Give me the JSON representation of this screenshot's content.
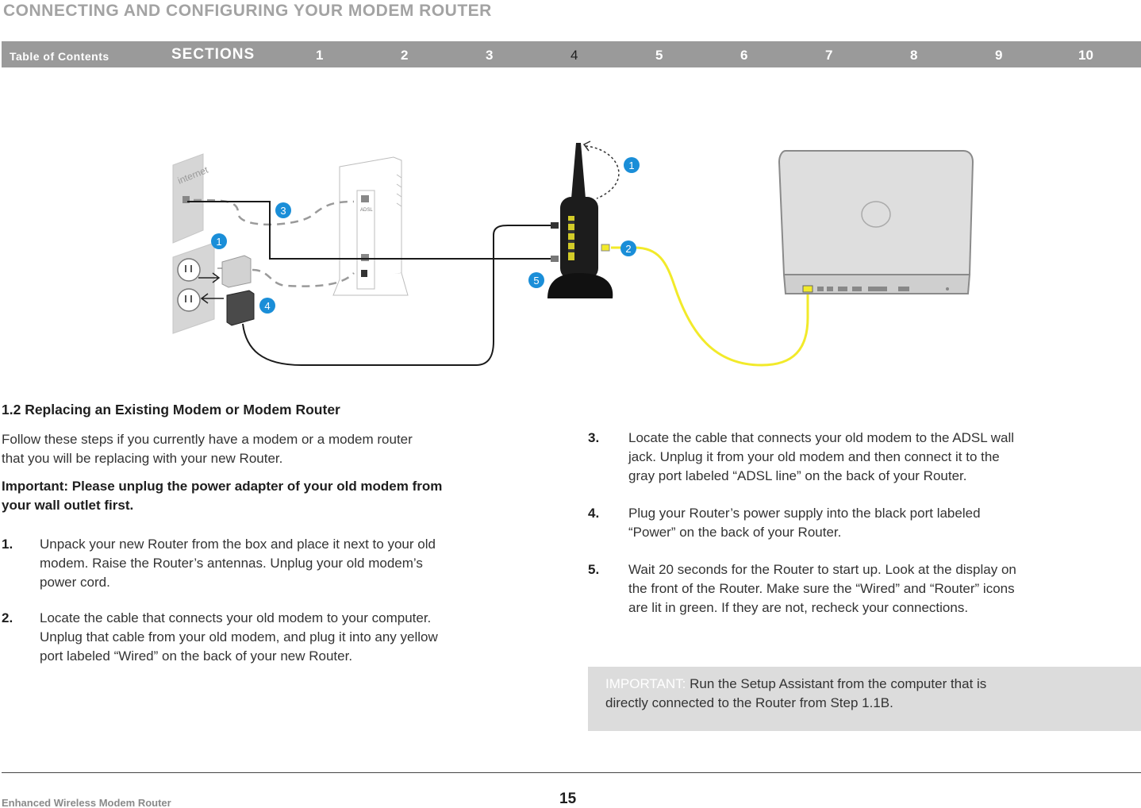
{
  "header": {
    "title": "CONNECTING AND CONFIGURING YOUR MODEM ROUTER"
  },
  "nav": {
    "toc_label": "Table of Contents",
    "sections_label": "SECTIONS",
    "sections": [
      "1",
      "2",
      "3",
      "4",
      "5",
      "6",
      "7",
      "8",
      "9",
      "10"
    ],
    "active_section": "4"
  },
  "diagram": {
    "wall_label": "internet",
    "modem_label": "ADSL",
    "callouts": [
      "1",
      "2",
      "3",
      "4",
      "5",
      "1"
    ],
    "colors": {
      "callout": "#1a8ed8",
      "yellow_cable": "#f2ea2a",
      "device_dark": "#1c1c1c"
    }
  },
  "section": {
    "heading": "1.2 Replacing an Existing Modem or Modem Router",
    "intro": [
      "Follow these steps if you currently have a modem or a modem router",
      "that you will be replacing with your new Router."
    ],
    "important_note": [
      "Important: Please unplug the power adapter of your old modem from",
      "your wall outlet first."
    ],
    "steps": [
      {
        "num": "1.",
        "lines": [
          "Unpack your new Router from the box and place it next to your old",
          "modem. Raise the Router’s antennas. Unplug your old modem’s",
          "power cord."
        ]
      },
      {
        "num": "2.",
        "lines": [
          "Locate the cable that connects your old modem to your computer.",
          "Unplug that cable from your old modem, and plug it into any yellow",
          "port labeled “Wired” on the back of your new Router."
        ]
      },
      {
        "num": "3.",
        "lines": [
          "Locate the cable that connects your old modem to the ADSL wall",
          "jack. Unplug it from your old modem and then connect it to the",
          "gray port labeled “ADSL line” on the back of your Router."
        ]
      },
      {
        "num": "4.",
        "lines": [
          "Plug your Router’s power supply into the black port labeled",
          "“Power” on the back of your Router."
        ]
      },
      {
        "num": "5.",
        "lines": [
          "Wait 20 seconds for the Router to start up. Look at the display on",
          "the front of the Router. Make sure the “Wired” and “Router” icons",
          "are lit in green. If they are not, recheck your connections."
        ]
      }
    ]
  },
  "important_box": {
    "label": "IMPORTANT:",
    "text": " Run the Setup Assistant from the computer that is",
    "text2": "directly connected to the Router from Step 1.1B."
  },
  "footer": {
    "product": "Enhanced Wireless Modem Router",
    "page": "15"
  }
}
